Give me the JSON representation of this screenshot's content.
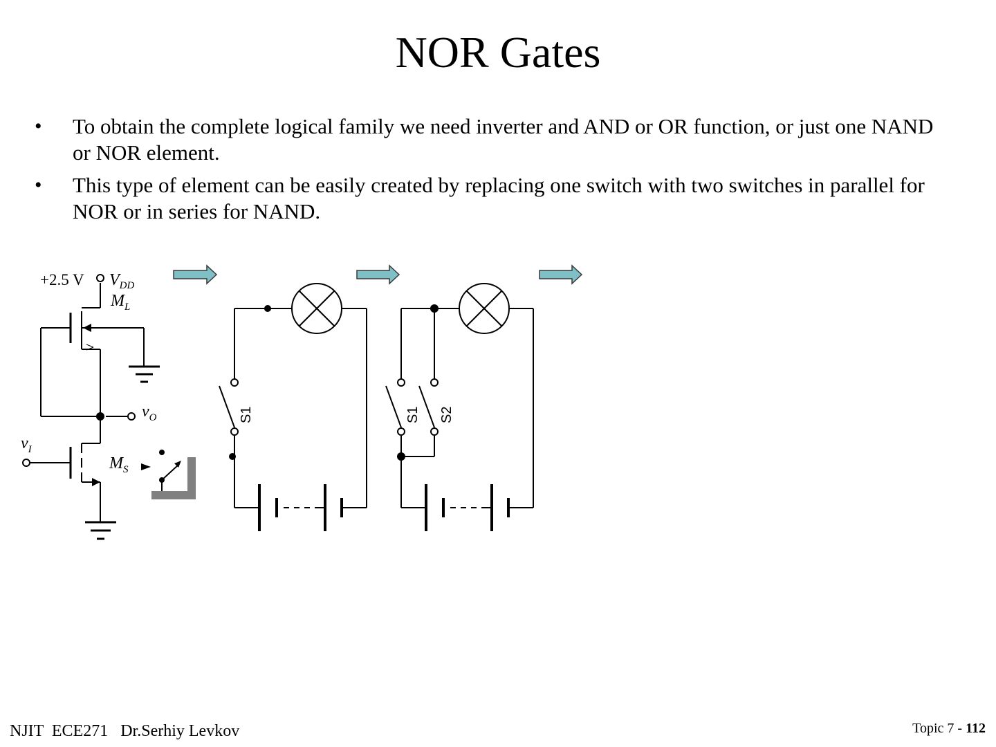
{
  "slide": {
    "title": "NOR Gates",
    "bullets": [
      "To obtain the complete logical family we need inverter and AND or OR function, or just one NAND or NOR element.",
      "This type of element can be easily created by replacing one switch with two switches in parallel for NOR or in series for NAND."
    ]
  },
  "circuit": {
    "supply": "+2.5 V",
    "vdd": "V",
    "vdd_sub": "DD",
    "load": "M",
    "load_sub": "L",
    "output": "v",
    "output_sub": "O",
    "input": "v",
    "input_sub": "I",
    "switch_fet": "M",
    "switch_fet_sub": "S",
    "s1": "S1",
    "s1b": "S1",
    "s2": "S2"
  },
  "footer": {
    "left": "NJIT  ECE271   Dr.Serhiy Levkov",
    "topic": "Topic 7 - ",
    "page": "112"
  },
  "colors": {
    "arrow_fill": "#7fbfc6",
    "arrow_stroke": "#3a3a3a",
    "bracket": "#808080"
  }
}
